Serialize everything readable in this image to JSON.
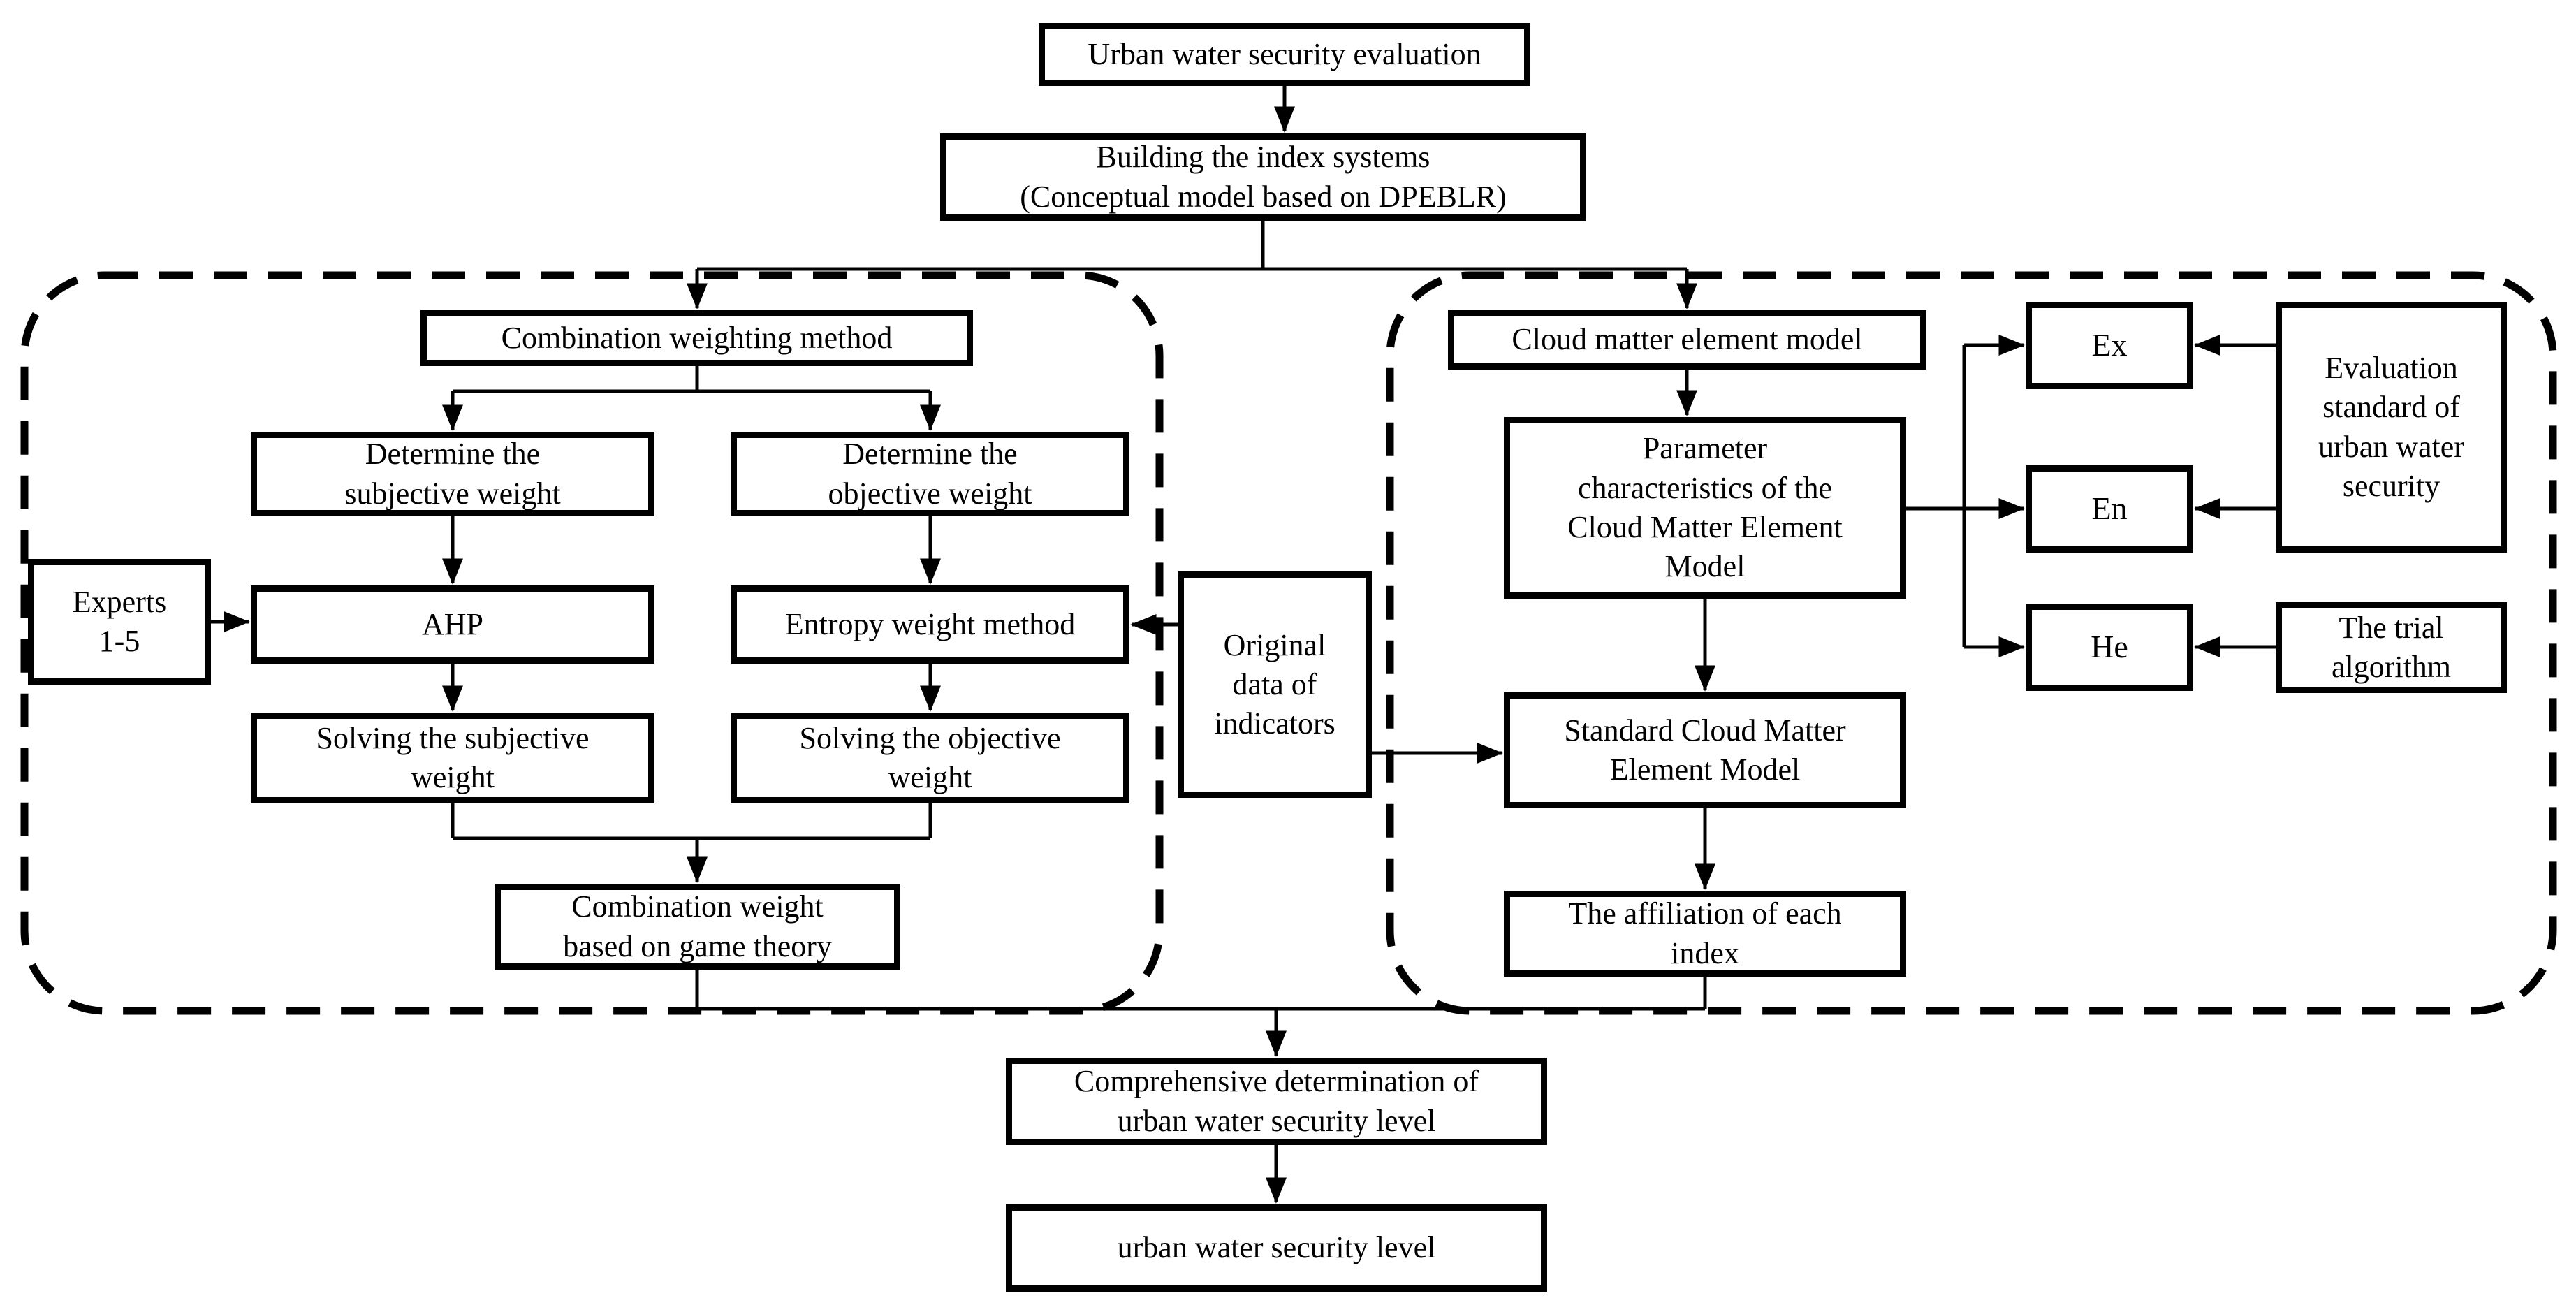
{
  "nodes": {
    "urban_eval": {
      "label": "Urban water security evaluation"
    },
    "index_systems": {
      "label": "Building the index systems\n(Conceptual model based on DPEBLR)"
    },
    "combination_weighting": {
      "label": "Combination weighting method"
    },
    "determine_subjective": {
      "label": "Determine the\nsubjective weight"
    },
    "determine_objective": {
      "label": "Determine the\nobjective weight"
    },
    "ahp": {
      "label": "AHP"
    },
    "entropy": {
      "label": "Entropy weight method"
    },
    "solving_subjective": {
      "label": "Solving the subjective\nweight"
    },
    "solving_objective": {
      "label": "Solving the objective\nweight"
    },
    "game_theory": {
      "label": "Combination weight\nbased on game theory"
    },
    "experts": {
      "label": "Experts\n1-5"
    },
    "original_data": {
      "label": "Original\ndata of\nindicators"
    },
    "cloud_matter": {
      "label": "Cloud matter element model"
    },
    "parameter": {
      "label": "Parameter\ncharacteristics of the\nCloud Matter Element\nModel"
    },
    "standard_cloud": {
      "label": "Standard Cloud Matter\nElement Model"
    },
    "affiliation": {
      "label": "The affiliation of each\nindex"
    },
    "ex": {
      "label": "Ex"
    },
    "en": {
      "label": "En"
    },
    "he": {
      "label": "He"
    },
    "evaluation_standard": {
      "label": "Evaluation\nstandard of\nurban water\nsecurity"
    },
    "trial_algorithm": {
      "label": "The trial\nalgorithm"
    },
    "comprehensive": {
      "label": "Comprehensive determination of\nurban water security level"
    },
    "water_level": {
      "label": "urban water security level"
    }
  },
  "colors": {
    "line": "#000000",
    "text": "#000000",
    "background": "#ffffff"
  }
}
